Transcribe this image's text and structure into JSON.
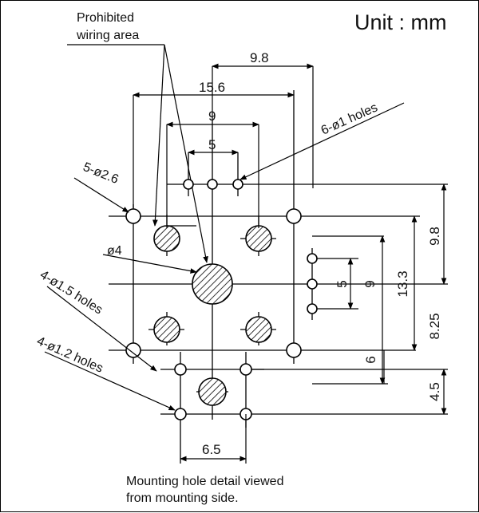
{
  "unit_label": "Unit : mm",
  "notes": {
    "prohibited_line1": "Prohibited",
    "prohibited_line2": "wiring area",
    "holes_1mm": "6-ø1 holes",
    "holes_2_6": "5-ø2.6",
    "hole_4": "ø4",
    "holes_1_5": "4-ø1.5 holes",
    "holes_1_2": "4-ø1.2 holes"
  },
  "dimensions": {
    "d9_8_top": "9.8",
    "d15_6": "15.6",
    "d9_top": "9",
    "d5_top": "5",
    "d9_8_right": "9.8",
    "d13_3": "13.3",
    "d5_right": "5",
    "d9_right": "9",
    "d8_25": "8.25",
    "d6": "6",
    "d4_5": "4.5",
    "d6_5": "6.5"
  },
  "caption": {
    "line1": "Mounting hole detail viewed",
    "line2": "from mounting side."
  }
}
